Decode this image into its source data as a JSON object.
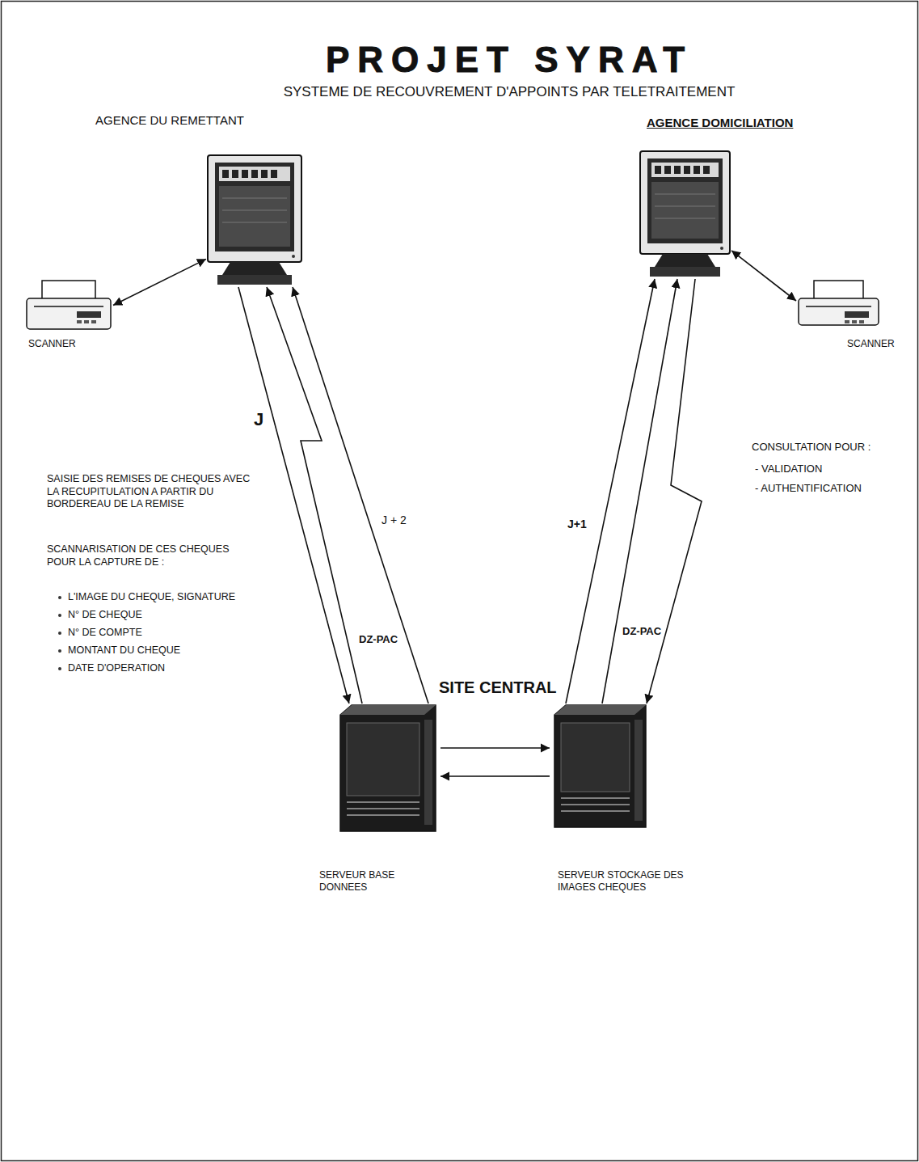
{
  "diagram": {
    "title": "PROJET SYRAT",
    "nodes": [
      {
        "text": [
          "AGENCE DU REMETTANT"
        ]
      },
      {
        "text": [
          "SCANNER"
        ]
      },
      {
        "text": [
          "AGENCE DOMICILIATION"
        ]
      },
      {
        "text": [
          "SCANNER"
        ]
      },
      {
        "text": [
          "SERVEUR BASE DONNEES"
        ]
      },
      {
        "text": [
          "SERVEUR STOCKAGE DES IMAGES CHEQUES"
        ]
      }
    ],
    "edges": [
      {
        "from": 1,
        "to": 0,
        "arrow": "both"
      },
      {
        "from": 2,
        "to": 3,
        "arrow": "both"
      },
      {
        "from": 0,
        "to": 4,
        "label": "J",
        "arrow": "to"
      },
      {
        "from": 4,
        "to": 0,
        "label": "DZ-PAC",
        "arrow": "to"
      },
      {
        "from": 4,
        "to": 0,
        "label": "J + 2",
        "arrow": "to"
      },
      {
        "from": 5,
        "to": 2,
        "label": "J+1",
        "arrow": "to"
      },
      {
        "from": 5,
        "to": 2,
        "label": "DZ-PAC",
        "arrow": "to"
      },
      {
        "from": 2,
        "to": 5,
        "arrow": "to"
      },
      {
        "from": 4,
        "to": 5,
        "arrow": "to"
      },
      {
        "from": 5,
        "to": 4,
        "arrow": "to"
      }
    ],
    "labels": [
      "SYSTEME DE RECOUVREMENT D'APPOINTS PAR TELETRAITEMENT",
      "SITE CENTRAL",
      "SAISIE DES REMISES DE CHEQUES AVEC LA RECUPITULATION A PARTIR DU BORDEREAU DE LA REMISE",
      "SCANNARISATION DE CES CHEQUES POUR LA CAPTURE DE :",
      "L'IMAGE DU CHEQUE, SIGNATURE",
      "N° DE CHEQUE",
      "N° DE COMPTE",
      "MONTANT DU CHEQUE",
      "DATE D'OPERATION",
      "CONSULTATION POUR :",
      "- VALIDATION",
      "- AUTHENTIFICATION"
    ]
  }
}
